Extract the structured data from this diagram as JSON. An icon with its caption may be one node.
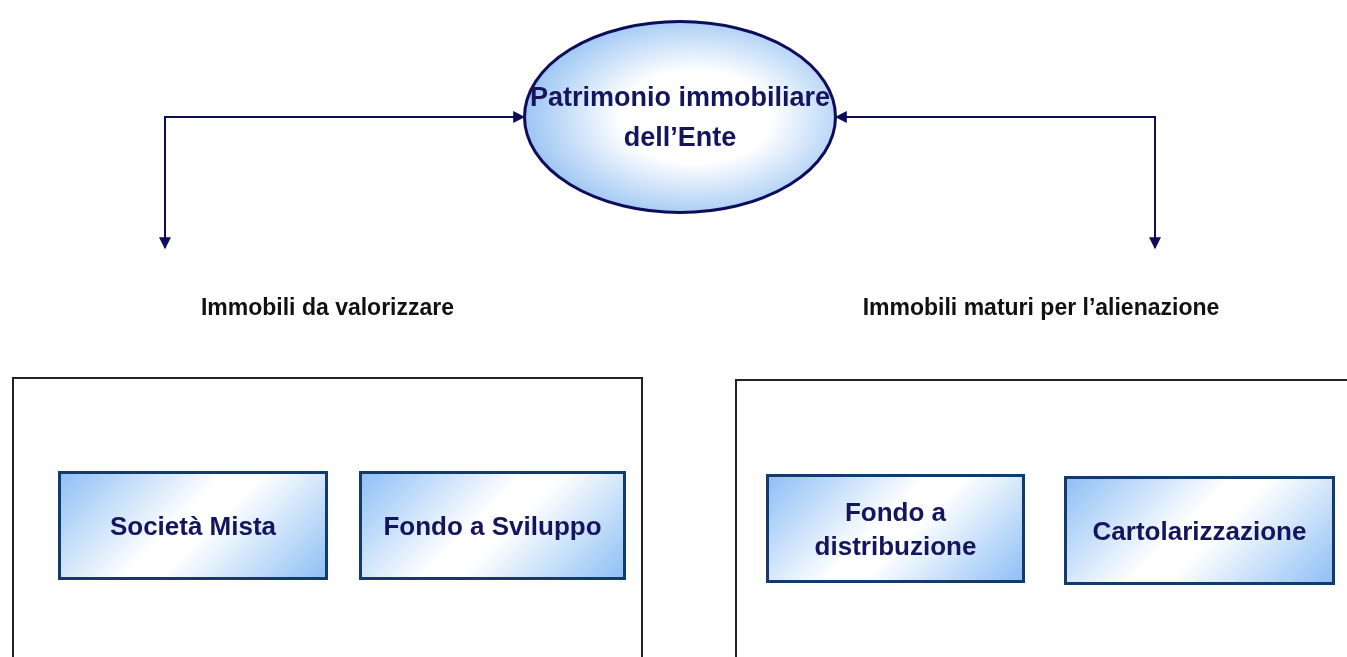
{
  "diagram": {
    "nodes": [
      {
        "text": [
          "Patrimonio immobiliare dell’Ente"
        ]
      },
      {
        "text": [
          "Immobili da valorizzare"
        ]
      },
      {
        "text": [
          "Società Mista"
        ],
        "in": 1
      },
      {
        "text": [
          "Fondo a Sviluppo"
        ],
        "in": 1
      },
      {
        "text": [
          "Immobili maturi per l’alienazione"
        ]
      },
      {
        "text": [
          "Fondo a distribuzione"
        ],
        "in": 4
      },
      {
        "text": [
          "Cartolarizzazione"
        ],
        "in": 4
      }
    ],
    "edges": [
      {
        "from": 0,
        "to": 1,
        "arrow": "both"
      },
      {
        "from": 0,
        "to": 4,
        "arrow": "both"
      }
    ]
  }
}
